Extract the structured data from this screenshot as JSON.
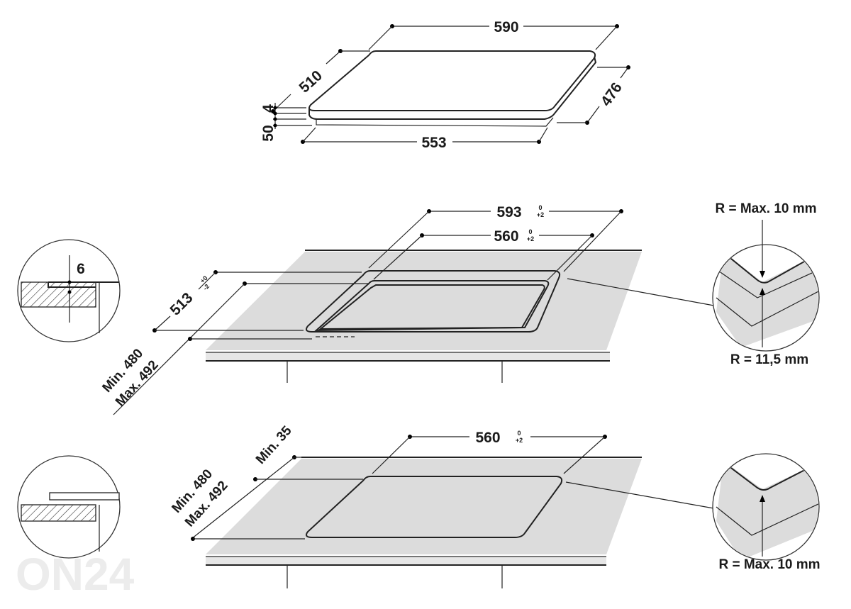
{
  "top_hob": {
    "width": "590",
    "depth": "510",
    "side_depth": "476",
    "base_width": "553",
    "glass_thickness": "4",
    "height": "50"
  },
  "flush_mount": {
    "outer_width": "593",
    "outer_width_tol_top": "0",
    "outer_width_tol_bottom": "+2",
    "inner_width": "560",
    "inner_width_tol_top": "0",
    "inner_width_tol_bottom": "+2",
    "outer_depth": "513",
    "outer_depth_tol_top": "+0",
    "outer_depth_tol_bottom": "-2",
    "depth_min": "Min. 480",
    "depth_max": "Max. 492",
    "recess_depth": "6",
    "corner_radius_max": "R = Max. 10 mm",
    "corner_radius_inner": "R = 11,5 mm"
  },
  "standard_mount": {
    "width": "560",
    "width_tol_top": "0",
    "width_tol_bottom": "+2",
    "depth_min": "Min. 480",
    "depth_max": "Max. 492",
    "edge_min": "Min. 35",
    "corner_radius_max": "R = Max. 10 mm"
  },
  "watermark": "ON24"
}
